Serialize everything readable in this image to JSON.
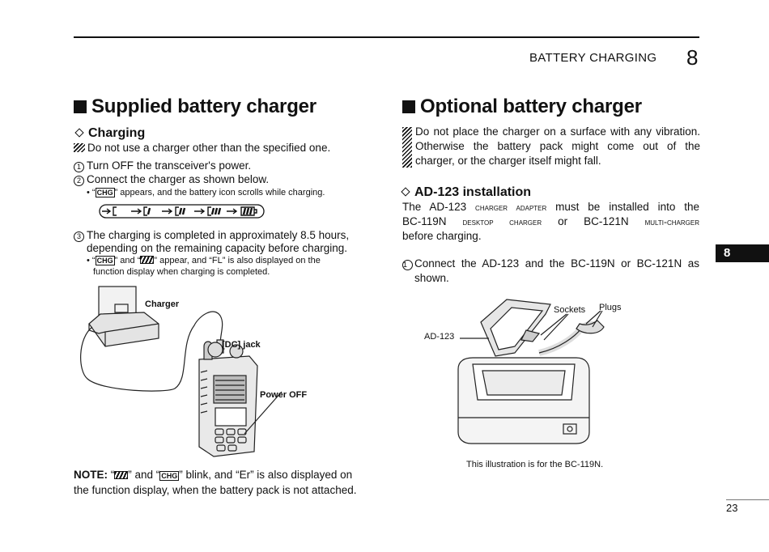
{
  "header": {
    "title": "BATTERY CHARGING",
    "chapter": "8"
  },
  "left": {
    "title": "Supplied battery charger",
    "sub_title": "Charging",
    "caution": "Do not use a charger other than the specified one.",
    "step1": "Turn OFF the transceiver's power.",
    "step2": "Connect the charger as shown below.",
    "bullet1_open": "• “",
    "bullet1_tag": "CHG",
    "bullet1_rest": "” appears, and the battery icon scrolls while charging.",
    "step3_l1": "The charging is completed in approximately 8.5 hours,",
    "step3_l2": "depending on the remaining capacity before charging.",
    "bullet2_a": "• “",
    "bullet2_tag": "CHG",
    "bullet2_b": "” and “",
    "bullet2_c": "” appear, and “FL” is also displayed on the",
    "bullet2_l2": "function display when charging is completed.",
    "fig_charger": "Charger",
    "fig_dcjack": "[DC] jack",
    "fig_poweroff": "Power OFF",
    "note_label": "NOTE:",
    "note_a": " “",
    "note_b": "” and “",
    "note_tag": "CHG",
    "note_c": "” blink, and “Er” is also displayed on",
    "note_l2": "the function display, when the battery pack is not attached."
  },
  "right": {
    "title": "Optional battery charger",
    "caution_l1": "Do not place the charger on a surface with any vibration.",
    "caution_l2": "Otherwise the battery pack might come out of the",
    "caution_l3": "charger, or the charger itself might fall.",
    "sub_title": "AD-123 installation",
    "p1_a": "The AD-123 ",
    "p1_sc1": "charger adapter",
    "p1_b": " must be installed into the",
    "p1_c": "BC-119N ",
    "p1_sc2": "desktop charger",
    "p1_d": " or BC-121N ",
    "p1_sc3": "multi-charger",
    "p1_e": "before charging.",
    "step1_l1": "Connect the AD-123 and the BC-119N or BC-121N as",
    "step1_l2": "shown.",
    "fig_sockets": "Sockets",
    "fig_plugs": "Plugs",
    "fig_ad123": "AD-123",
    "fig_caption": "This illustration is for the BC-119N."
  },
  "side_tab": "8",
  "page_number": "23"
}
